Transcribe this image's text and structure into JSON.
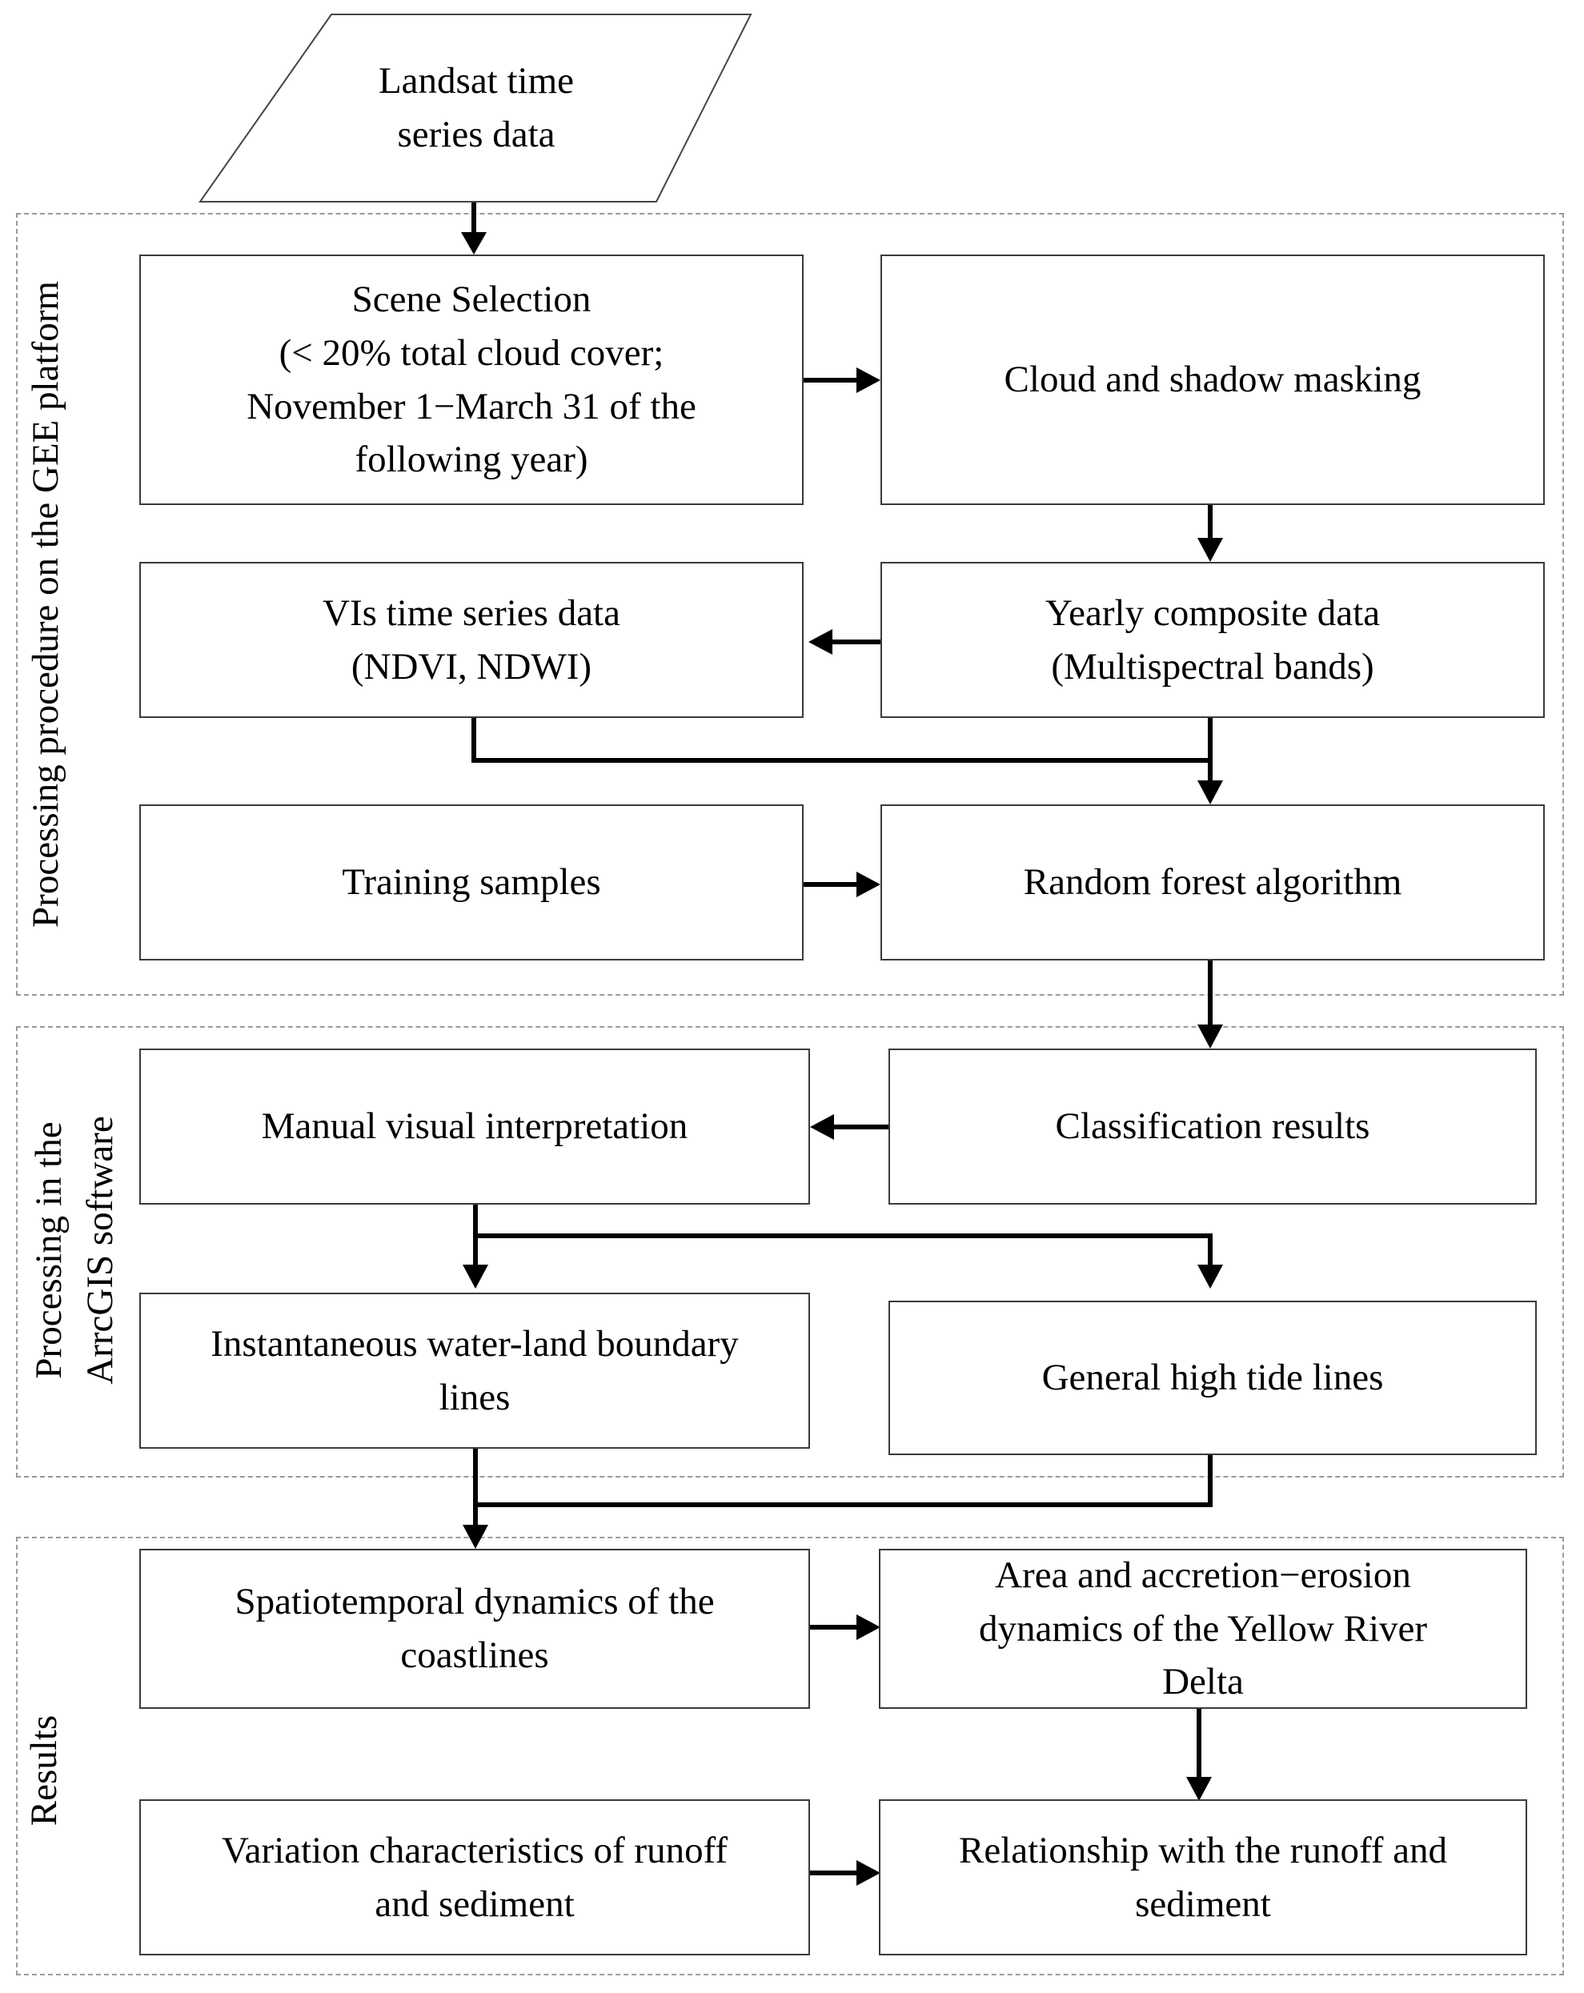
{
  "input": {
    "text": "Landsat time\nseries data"
  },
  "regions": [
    {
      "id": "gee",
      "label": "Processing procedure on the GEE platform"
    },
    {
      "id": "arcgis",
      "label": "Processing in the\nArrcGIS software"
    },
    {
      "id": "results",
      "label": "Results"
    }
  ],
  "boxes": {
    "scene_selection": "Scene Selection\n(< 20% total cloud cover;\nNovember 1−March 31 of the\nfollowing year)",
    "cloud_masking": "Cloud and shadow masking",
    "vis_data": "VIs time series data\n(NDVI, NDWI)",
    "yearly_composite": "Yearly composite data\n(Multispectral bands)",
    "training_samples": "Training samples",
    "random_forest": "Random forest algorithm",
    "manual_interpretation": "Manual visual interpretation",
    "classification_results": "Classification results",
    "instantaneous_lines": "Instantaneous water-land boundary\nlines",
    "high_tide_lines": "General high tide lines",
    "spatiotemporal_dynamics": "Spatiotemporal dynamics of the\ncoastlines",
    "area_accretion": "Area  and accretion−erosion\ndynamics of the Yellow River\nDelta",
    "runoff_variation": "Variation characteristics of runoff\nand sediment",
    "relationship": "Relationship with the runoff and\nsediment"
  }
}
